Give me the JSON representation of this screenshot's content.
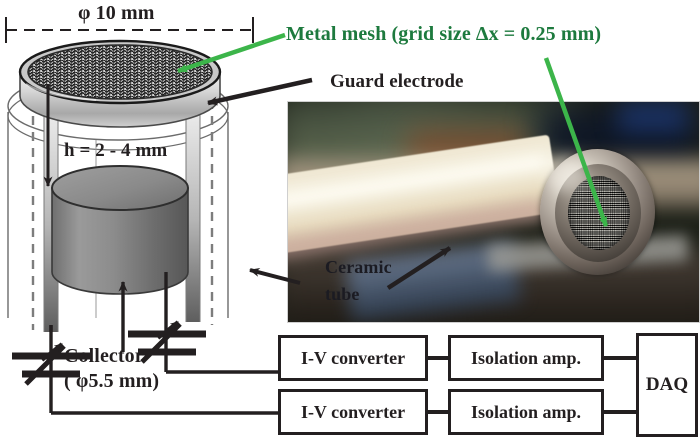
{
  "figure": {
    "type": "apparatus-schematic",
    "description": "Schematic of a mesh-topped probe with guard electrode and collector, photograph of the ceramic tube probe, and signal-chain block diagram"
  },
  "annotations": {
    "diameter_top": "φ 10 mm",
    "height": "h = 2 - 4 mm",
    "metal_mesh": "Metal mesh (grid size  Δx = 0.25 mm)",
    "guard_electrode": "Guard electrode",
    "ceramic_tube_line1": "Ceramic",
    "ceramic_tube_line2": "tube",
    "collector_line1": "Collector",
    "collector_line2": "( φ5.5 mm)"
  },
  "block_diagram": {
    "channels": [
      {
        "converter": "I-V converter",
        "isolation": "Isolation amp."
      },
      {
        "converter": "I-V converter",
        "isolation": "Isolation amp."
      }
    ],
    "daq": "DAQ"
  },
  "colors": {
    "callout_green": "#1d7a3e",
    "arrow_green": "#3cb54a",
    "ink": "#231f20",
    "box_border": "#231f20",
    "metal_gray": "#8a8a8a"
  }
}
